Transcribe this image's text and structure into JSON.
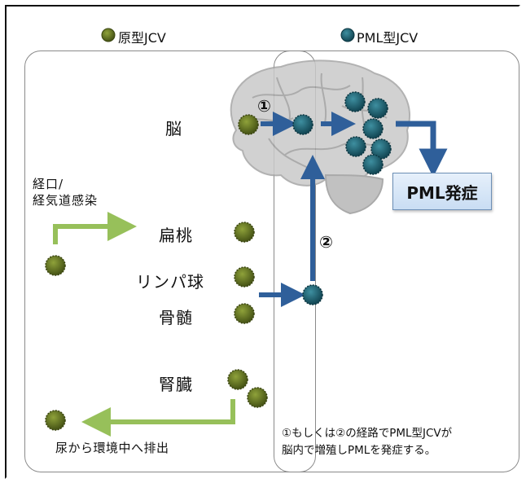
{
  "legend": {
    "original_label": "原型JCV",
    "pml_label": "PML型JCV"
  },
  "labels": {
    "brain": "脳",
    "infection": "経口/\n経気道感染",
    "tonsil": "扁桃",
    "lymphocyte": "リンパ球",
    "bone_marrow": "骨髄",
    "kidney": "腎臓",
    "excretion": "尿から環境中へ排出"
  },
  "route_markers": {
    "route1": "①",
    "route2": "②"
  },
  "result_box": "PML発症",
  "note": "①もしくは②の経路でPML型JCVが\n脳内で増殖しPMLを発症する。",
  "colors": {
    "original_virus": "#5b6a1f",
    "pml_virus": "#1d5a6a",
    "green_arrow": "#97c05a",
    "blue_arrow": "#2f5f9a",
    "result_box_fill": "#d8e7f7"
  }
}
